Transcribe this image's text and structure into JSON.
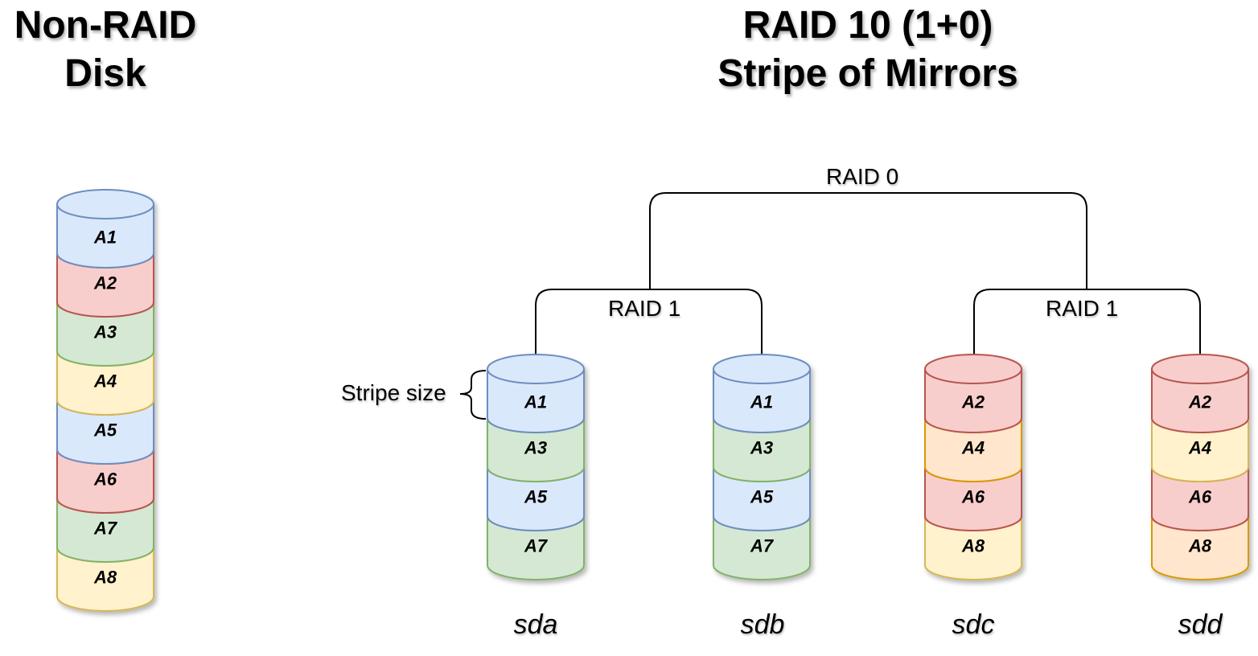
{
  "titles": {
    "non_raid": [
      "Non-RAID",
      "Disk"
    ],
    "raid10": [
      "RAID 10 (1+0)",
      "Stripe of Mirrors"
    ]
  },
  "labels": {
    "raid0": "RAID 0",
    "raid1_left": "RAID 1",
    "raid1_right": "RAID 1",
    "stripe_size": "Stripe size"
  },
  "colors": {
    "blue": {
      "fill": "#dae8fc",
      "stroke": "#6c8ebf"
    },
    "red": {
      "fill": "#f8cecc",
      "stroke": "#b85450"
    },
    "green": {
      "fill": "#d5e8d4",
      "stroke": "#82b366"
    },
    "yellow": {
      "fill": "#fff2cc",
      "stroke": "#d6b656"
    },
    "orange": {
      "fill": "#ffe6cc",
      "stroke": "#d79b00"
    }
  },
  "non_raid_disk": {
    "blocks": [
      {
        "label": "A1",
        "color": "blue"
      },
      {
        "label": "A2",
        "color": "red"
      },
      {
        "label": "A3",
        "color": "green"
      },
      {
        "label": "A4",
        "color": "yellow"
      },
      {
        "label": "A5",
        "color": "blue"
      },
      {
        "label": "A6",
        "color": "red"
      },
      {
        "label": "A7",
        "color": "green"
      },
      {
        "label": "A8",
        "color": "yellow"
      }
    ]
  },
  "disks": [
    {
      "name": "sda",
      "blocks": [
        {
          "label": "A1",
          "color": "blue"
        },
        {
          "label": "A3",
          "color": "green"
        },
        {
          "label": "A5",
          "color": "blue"
        },
        {
          "label": "A7",
          "color": "green"
        }
      ]
    },
    {
      "name": "sdb",
      "blocks": [
        {
          "label": "A1",
          "color": "blue"
        },
        {
          "label": "A3",
          "color": "green"
        },
        {
          "label": "A5",
          "color": "blue"
        },
        {
          "label": "A7",
          "color": "green"
        }
      ]
    },
    {
      "name": "sdc",
      "blocks": [
        {
          "label": "A2",
          "color": "red"
        },
        {
          "label": "A4",
          "color": "orange"
        },
        {
          "label": "A6",
          "color": "red"
        },
        {
          "label": "A8",
          "color": "yellow"
        }
      ]
    },
    {
      "name": "sdd",
      "blocks": [
        {
          "label": "A2",
          "color": "red"
        },
        {
          "label": "A4",
          "color": "yellow"
        },
        {
          "label": "A6",
          "color": "red"
        },
        {
          "label": "A8",
          "color": "orange"
        }
      ]
    }
  ]
}
